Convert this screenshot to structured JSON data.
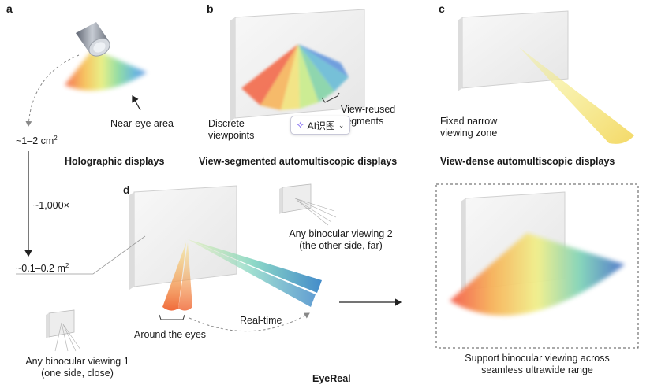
{
  "panels": {
    "a": {
      "letter": "a",
      "near_eye_label": "Near-eye area",
      "area_small": "~1–2 cm",
      "area_small_exp": "2",
      "scale_factor": "~1,000×",
      "area_large": "~0.1–0.2 m",
      "area_large_exp": "2",
      "title": "Holographic displays"
    },
    "b": {
      "letter": "b",
      "discrete_line1": "Discrete",
      "discrete_line2": "viewpoints",
      "reused_line1": "View-reused",
      "reused_line2": "segments",
      "title": "View-segmented automultiscopic displays"
    },
    "c": {
      "letter": "c",
      "zone_line1": "Fixed narrow",
      "zone_line2": "viewing zone",
      "title": "View-dense automultiscopic displays"
    },
    "d": {
      "letter": "d",
      "viewing1_line1": "Any binocular viewing 1",
      "viewing1_line2": "(one side, close)",
      "viewing2_line1": "Any binocular viewing 2",
      "viewing2_line2": "(the other side, far)",
      "around_eyes": "Around the eyes",
      "realtime": "Real-time",
      "support_line1": "Support binocular viewing across",
      "support_line2": "seamless ultrawide range",
      "title": "EyeReal"
    }
  },
  "ai_badge": {
    "label": "AI识图",
    "icon": "sparkle-icon"
  },
  "colors": {
    "text": "#1a1a1a",
    "panel_bg": "#f3f3f3",
    "frame": "#e2e2e2"
  }
}
